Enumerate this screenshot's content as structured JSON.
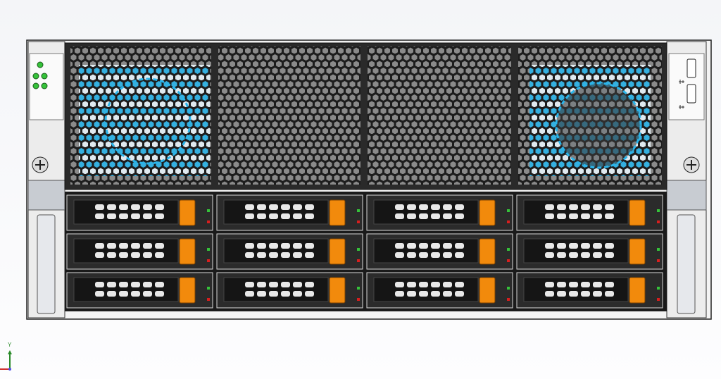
{
  "viewport": {
    "axis_labels": {
      "y": "Y"
    }
  },
  "chassis": {
    "front_leds": 5,
    "usb_ports": 2,
    "drive_bays": {
      "columns": 4,
      "rows": 3
    }
  },
  "colors": {
    "grille_bg": "#2a2a2a",
    "fan_blue": "#2ab4ea",
    "drive_latch": "#f28a0c",
    "led_green": "#35c23a",
    "led_red": "#d81e1e",
    "axis_y": "#2a8a2a",
    "axis_x": "#d03030"
  }
}
